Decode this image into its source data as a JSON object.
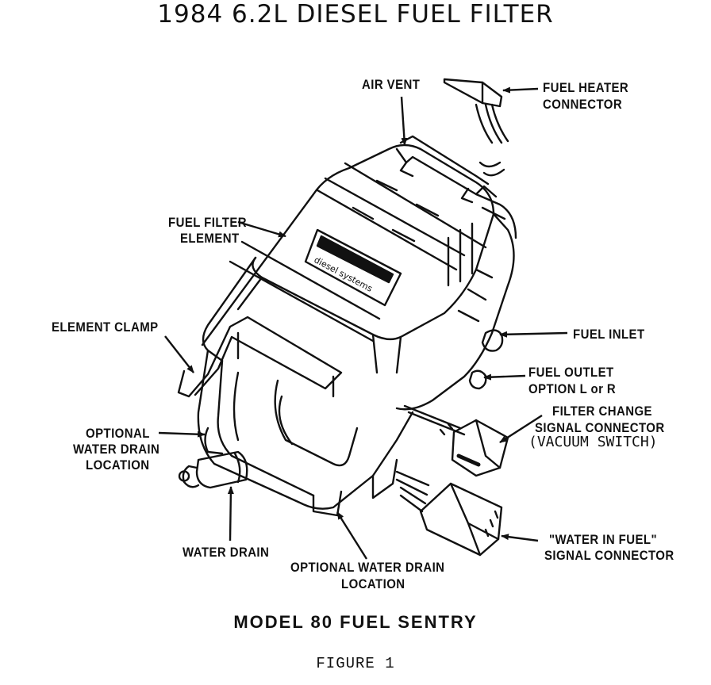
{
  "title": "1984 6.2L DIESEL FUEL FILTER",
  "labels": {
    "air_vent": "AIR VENT",
    "fuel_heater_connector_1": "FUEL HEATER",
    "fuel_heater_connector_2": "CONNECTOR",
    "fuel_filter_element_1": "FUEL FILTER",
    "fuel_filter_element_2": "ELEMENT",
    "element_clamp": "ELEMENT CLAMP",
    "fuel_inlet": "FUEL INLET",
    "fuel_outlet_1": "FUEL OUTLET",
    "fuel_outlet_2": "OPTION L or R",
    "filter_change_1": "FILTER CHANGE",
    "filter_change_2": "SIGNAL CONNECTOR",
    "vacuum_switch": "(VACUUM SWITCH)",
    "optional_water_drain_left_1": "OPTIONAL",
    "optional_water_drain_left_2": "WATER DRAIN",
    "optional_water_drain_left_3": "LOCATION",
    "water_in_fuel_1": "\"WATER IN FUEL\"",
    "water_in_fuel_2": "SIGNAL CONNECTOR",
    "water_drain": "WATER DRAIN",
    "optional_water_drain_bottom_1": "OPTIONAL WATER DRAIN",
    "optional_water_drain_bottom_2": "LOCATION"
  },
  "logo_text": "diesel systems",
  "model": "MODEL 80 FUEL SENTRY",
  "figure": "FIGURE 1"
}
